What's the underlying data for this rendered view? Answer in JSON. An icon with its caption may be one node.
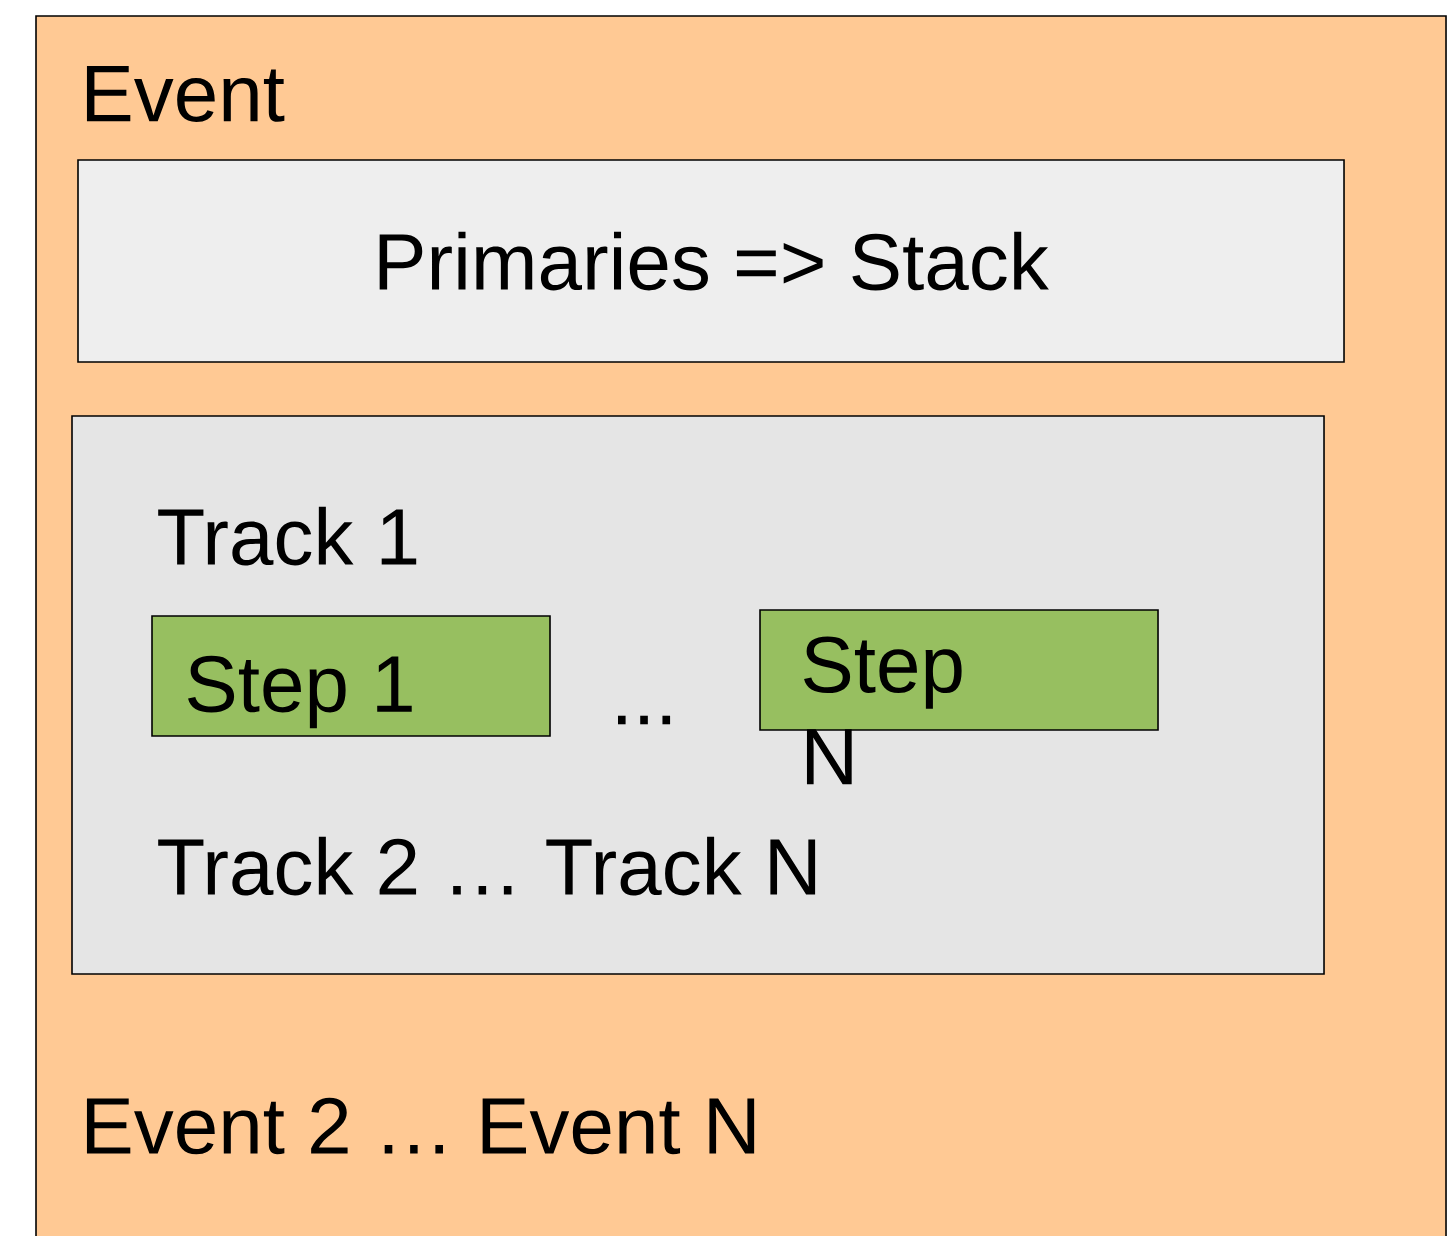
{
  "diagram": {
    "nodes": [
      {
        "text": [
          "Event",
          "Event 2 … Event N"
        ]
      },
      {
        "text": [
          "Primaries => Stack"
        ],
        "in": 0
      },
      {
        "text": [
          "Track 1",
          "Track 2 … Track N"
        ],
        "in": 0
      },
      {
        "text": [
          "Step 1"
        ],
        "in": 2
      },
      {
        "text": [
          "Step N"
        ],
        "in": 2
      }
    ],
    "labels": [
      "..."
    ]
  }
}
